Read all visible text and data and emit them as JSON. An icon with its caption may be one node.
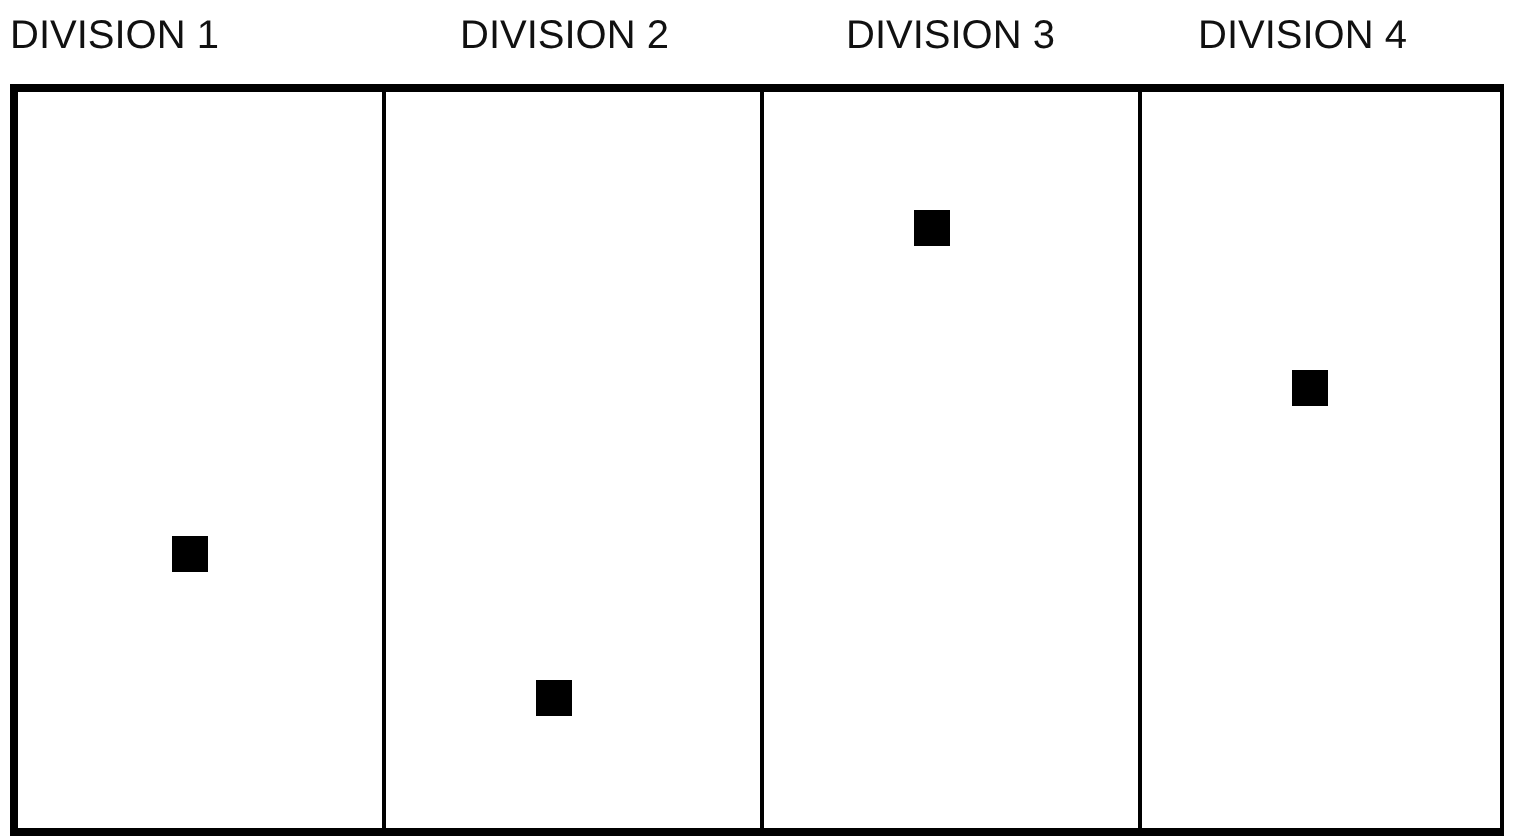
{
  "diagram": {
    "nodes": [
      {
        "text": [
          "DIVISION 1"
        ]
      },
      {
        "text": [
          "DIVISION 2"
        ]
      },
      {
        "text": [
          "DIVISION 3"
        ]
      },
      {
        "text": [
          "DIVISION 4"
        ]
      },
      {
        "text": [],
        "shape": "box",
        "in": 0
      },
      {
        "text": [],
        "shape": "box",
        "in": 1
      },
      {
        "text": [],
        "shape": "box",
        "in": 2
      },
      {
        "text": [],
        "shape": "box",
        "in": 3
      }
    ]
  }
}
